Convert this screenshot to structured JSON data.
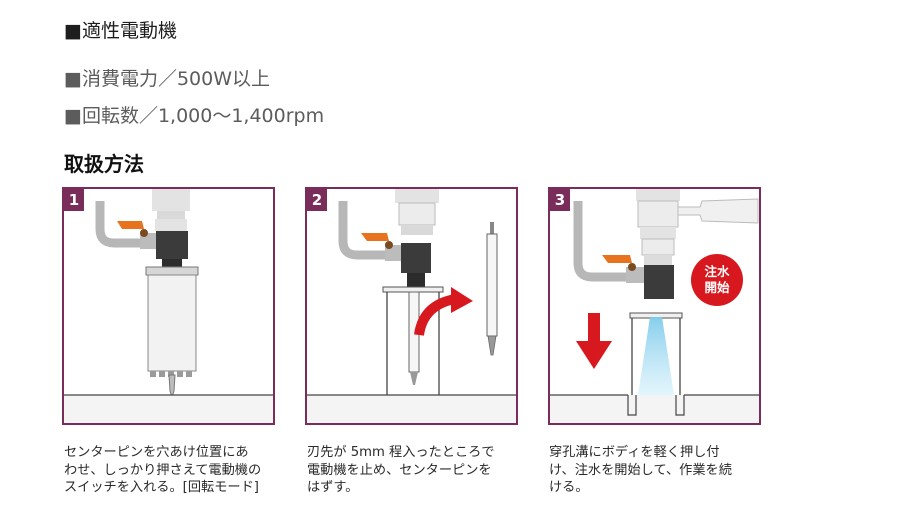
{
  "specs": {
    "heading": "■適性電動機",
    "power": "■消費電力／500W以上",
    "rpm": "■回転数／1,000～1,400rpm"
  },
  "usage": {
    "heading": "取扱方法",
    "steps": [
      {
        "number": "1",
        "caption": "センターピンを穴あけ位置にあ\nわせ、しっかり押さえて電動機の\nスイッチを入れる。[回転モード]"
      },
      {
        "number": "2",
        "caption": "刃先が 5mm 程入ったところで\n電動機を止め、センターピンを\nはずす。"
      },
      {
        "number": "3",
        "caption": "穿孔溝にボディを軽く押し付\nけ、注水を開始して、作業を続\nける。",
        "badge_line1": "注水",
        "badge_line2": "開始"
      }
    ]
  },
  "colors": {
    "panel_border": "#7a2c5a",
    "valve_orange": "#e8731e",
    "arrow_red": "#d7191f",
    "water_blue": "#a9dcf2"
  },
  "icons": [
    "drill-illustration",
    "valve-icon",
    "center-pin-icon",
    "curved-arrow-icon",
    "down-arrow-icon",
    "water-spray-icon"
  ]
}
